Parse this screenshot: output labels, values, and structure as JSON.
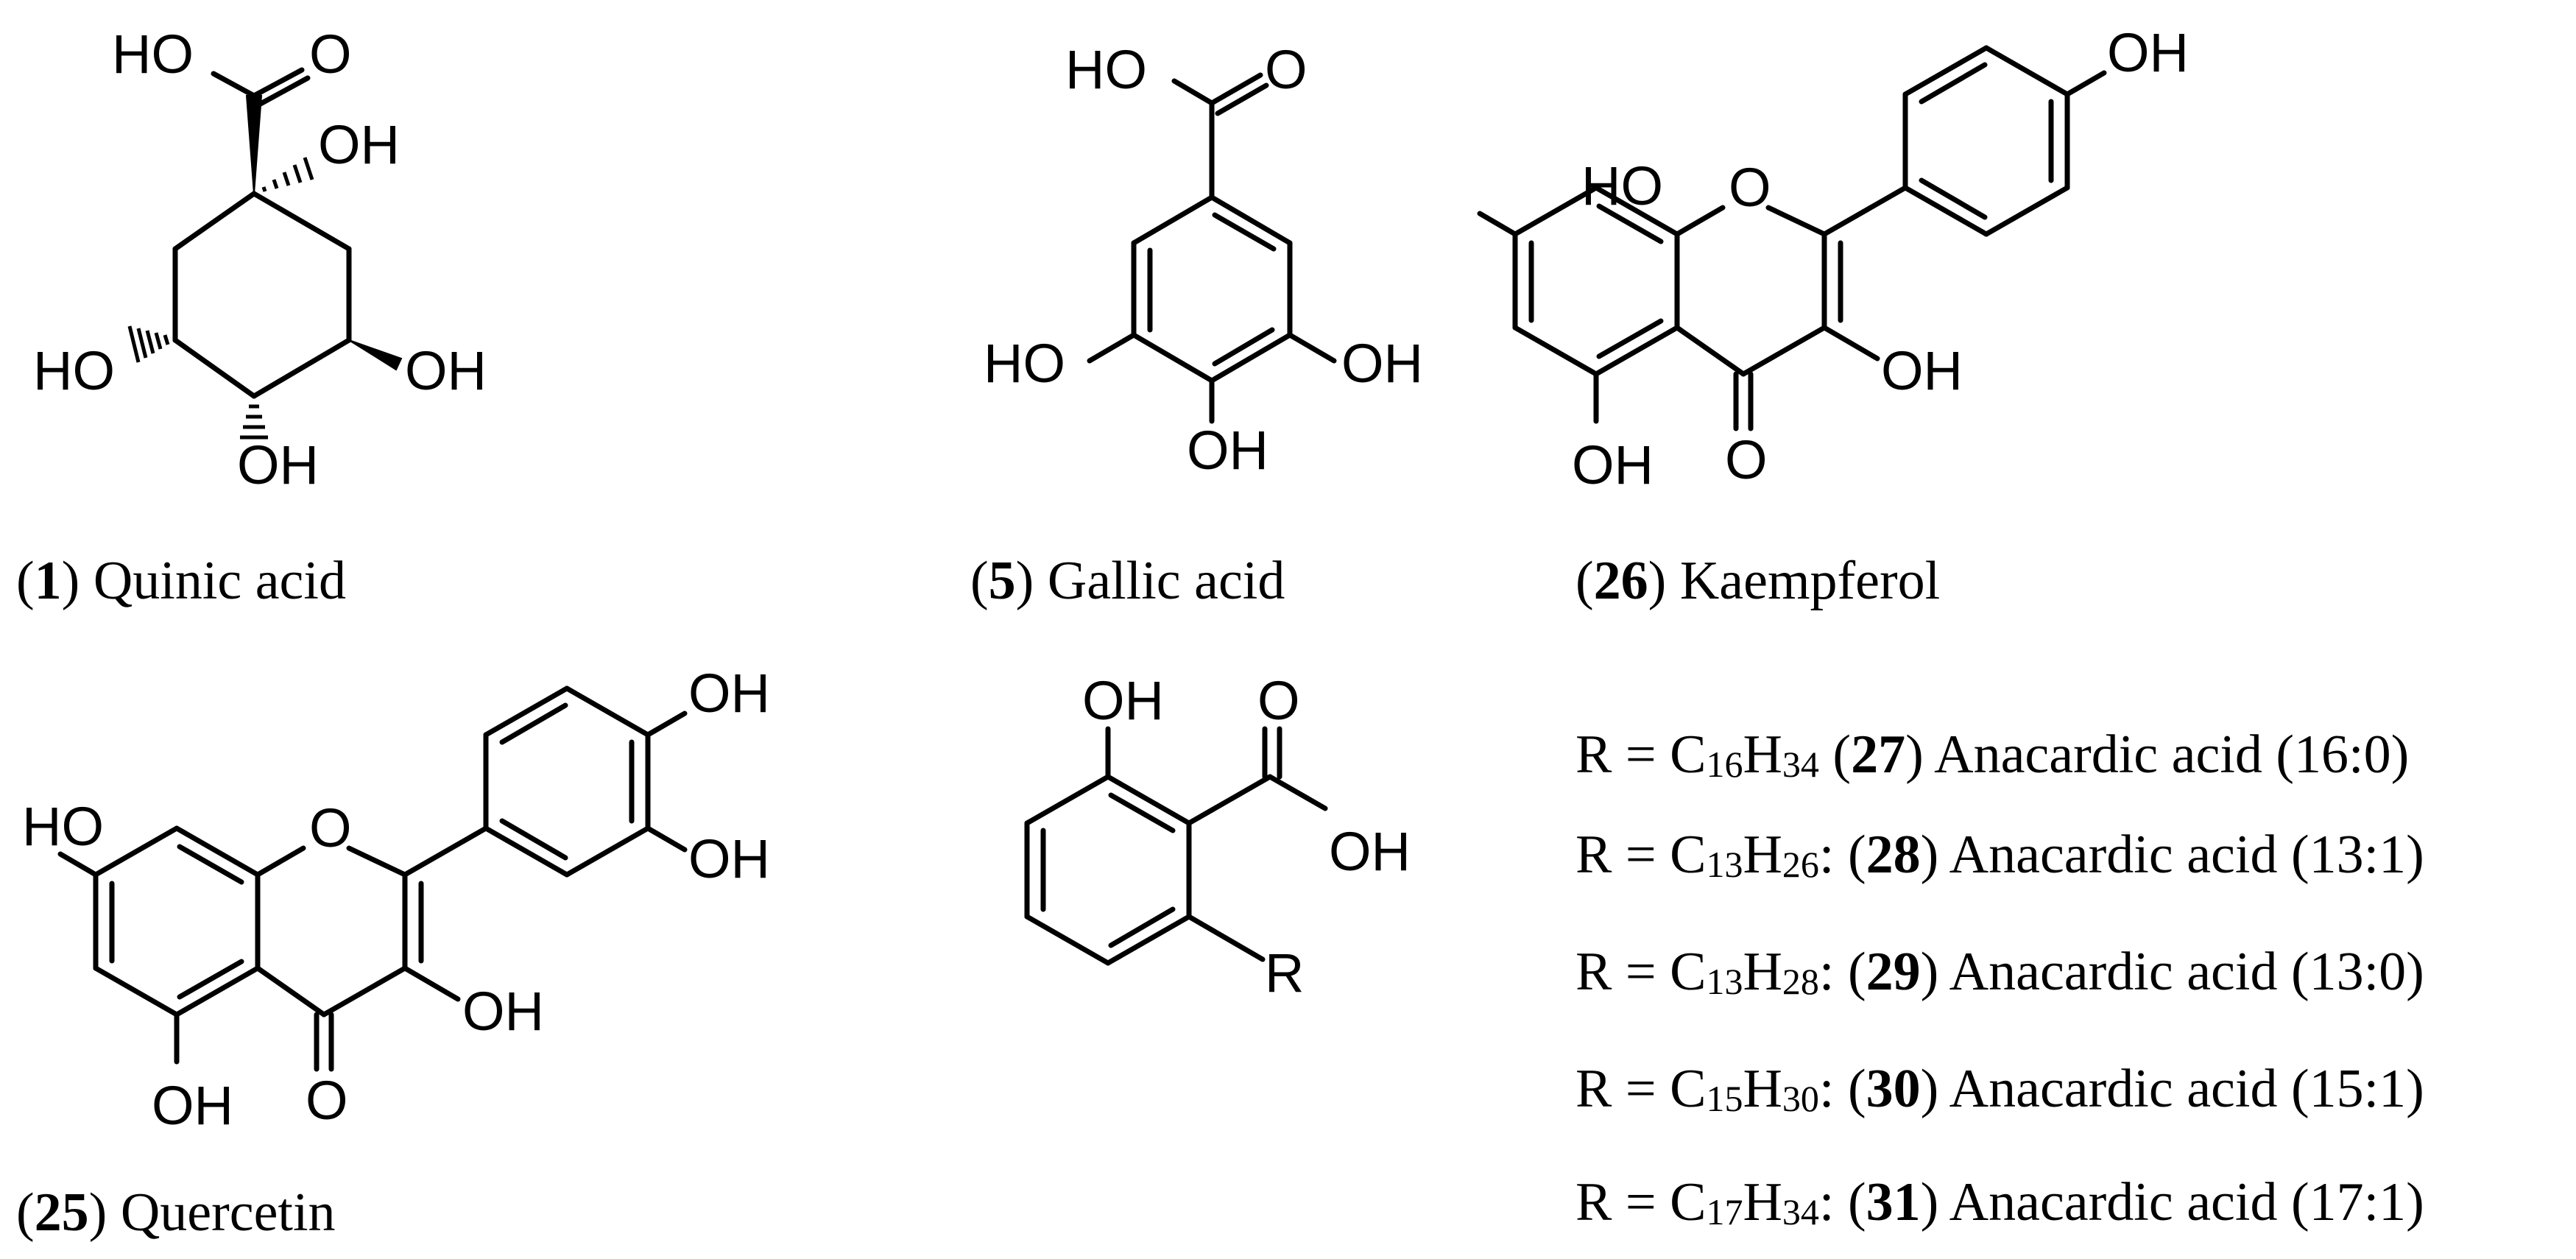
{
  "compounds": [
    {
      "id": "quinic",
      "number": "1",
      "name": "Quinic acid",
      "labels": [
        "HO",
        "O",
        "OH",
        "HO",
        "OH",
        "OH"
      ]
    },
    {
      "id": "gallic",
      "number": "5",
      "name": "Gallic acid",
      "labels": [
        "HO",
        "O",
        "HO",
        "OH",
        "OH"
      ]
    },
    {
      "id": "kaempferol",
      "number": "26",
      "name": "Kaempferol",
      "labels": [
        "OH",
        "HO",
        "O",
        "OH",
        "OH",
        "O"
      ]
    },
    {
      "id": "quercetin",
      "number": "25",
      "name": "Quercetin",
      "labels": [
        "OH",
        "HO",
        "O",
        "OH",
        "OH",
        "OH",
        "O"
      ]
    },
    {
      "id": "anacardic-core",
      "labels": [
        "OH",
        "O",
        "OH",
        "R"
      ]
    }
  ],
  "anacardic_variants": [
    {
      "r_prefix": "R = C",
      "c": "16",
      "h_prefix": "H",
      "h": "34",
      "sep": " (",
      "number": "27",
      "name_suffix": ") Anacardic acid (16:0)"
    },
    {
      "r_prefix": "R = C",
      "c": "13",
      "h_prefix": "H",
      "h": "26",
      "sep": ": (",
      "number": "28",
      "name_suffix": ") Anacardic acid (13:1)"
    },
    {
      "r_prefix": "R = C",
      "c": "13",
      "h_prefix": "H",
      "h": "28",
      "sep": ": (",
      "number": "29",
      "name_suffix": ") Anacardic acid (13:0)"
    },
    {
      "r_prefix": "R = C",
      "c": "15",
      "h_prefix": "H",
      "h": "30",
      "sep": ": (",
      "number": "30",
      "name_suffix": ") Anacardic acid (15:1)"
    },
    {
      "r_prefix": "R = C",
      "c": "17",
      "h_prefix": "H",
      "h": "34",
      "sep": ": (",
      "number": "31",
      "name_suffix": ") Anacardic acid (17:1)"
    }
  ]
}
